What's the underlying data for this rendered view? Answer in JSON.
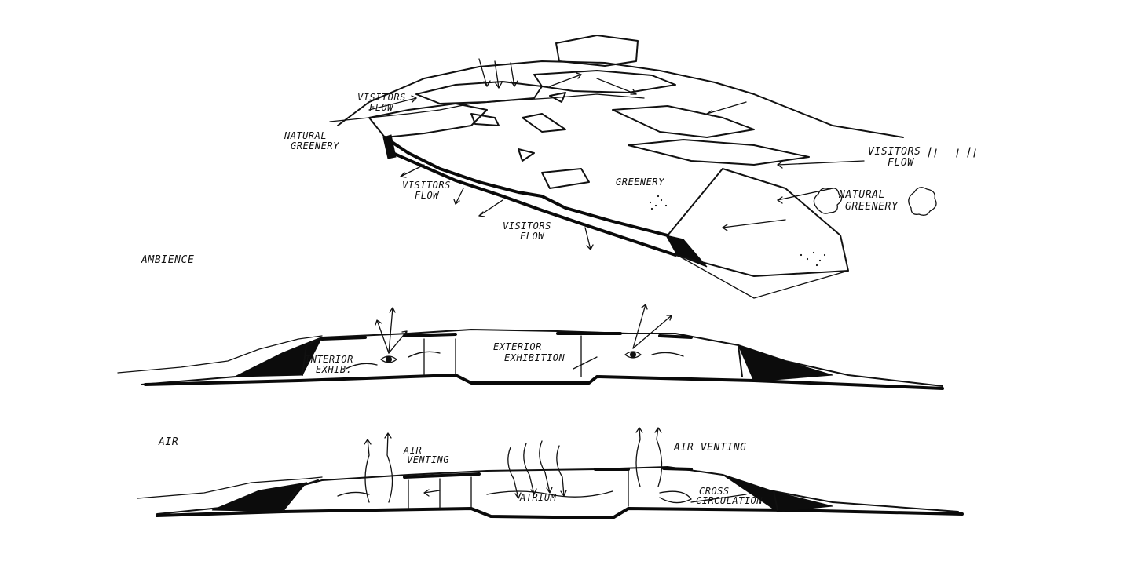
{
  "labels": {
    "visitors_flow_1": "VISITORS",
    "visitors_flow_1b": "FLOW",
    "natural_greenery_1": "NATURAL",
    "natural_greenery_1b": "GREENERY",
    "visitors_flow_2": "VISITORS",
    "visitors_flow_2b": "FLOW",
    "visitors_flow_3": "VISITORS",
    "visitors_flow_3b": "FLOW",
    "visitors_flow_4": "VISITORS",
    "visitors_flow_4b": "FLOW",
    "greenery": "GREENERY",
    "natural_greenery_2": "NATURAL",
    "natural_greenery_2b": "GREENERY",
    "ambience": "AMBIENCE",
    "interior_exhib": "INTERIOR",
    "interior_exhib_b": "EXHIB.",
    "exterior_exhibition": "EXTERIOR",
    "exterior_exhibition_b": "EXHIBITION",
    "air": "AIR",
    "air_venting_1": "AIR",
    "air_venting_1b": "VENTING",
    "air_venting_2": "AIR VENTING",
    "atrium": "ATRIUM",
    "cross_circulation": "CROSS",
    "cross_circulation_b": "CIRCULATION"
  }
}
